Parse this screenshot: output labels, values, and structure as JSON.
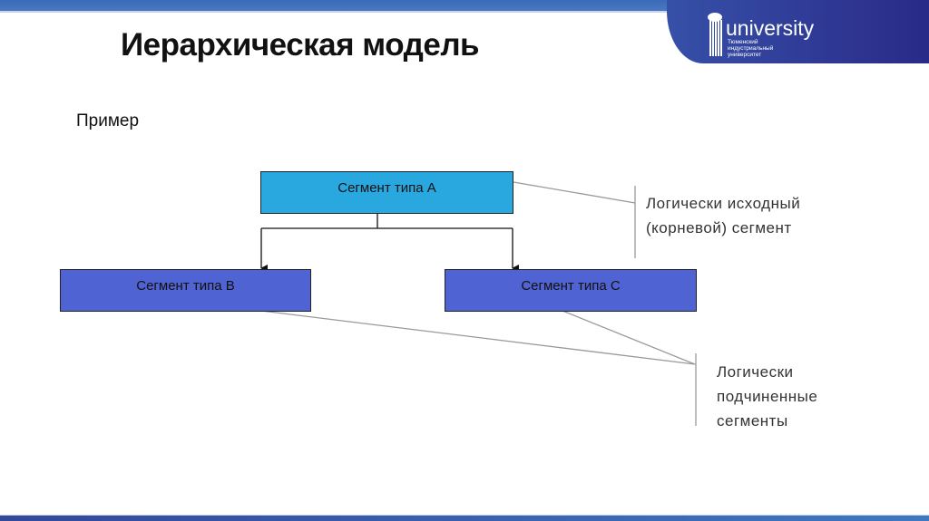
{
  "title": "Иерархическая модель",
  "subtitle": "Пример",
  "logo": {
    "word": "university",
    "sub": "Тюменский индустриальный университет"
  },
  "segments": {
    "a": "Сегмент типа А",
    "b": "Сегмент типа В",
    "c": "Сегмент типа С"
  },
  "notes": {
    "root": [
      "Логически исходный",
      "(корневой) сегмент"
    ],
    "children": [
      "Логически",
      "подчиненные",
      "сегменты"
    ]
  }
}
